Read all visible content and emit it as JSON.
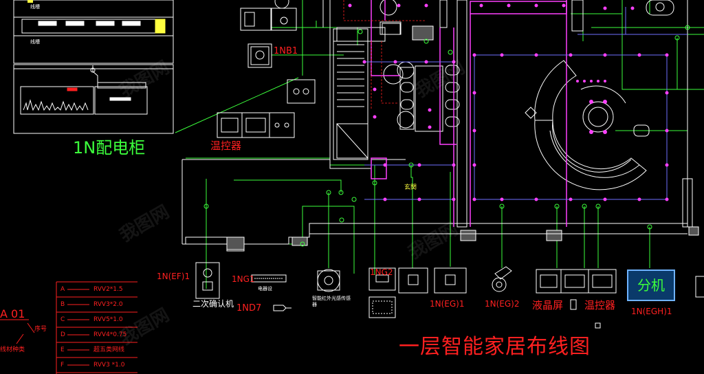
{
  "title": "一层智能家居布线图",
  "panel_label": "1N配电柜",
  "panel_rows": [
    "线槽",
    "线槽"
  ],
  "thermostat_label_top": "温控器",
  "nb1_label": "1NB1",
  "hall_label": "玄関",
  "device_labels": {
    "ef1": "1N(EF)1",
    "confirm": "二次确认机",
    "ng1": "1NG1",
    "nd7": "1ND7",
    "ng2": "1NG2",
    "sensor": "智能红外光感传感器",
    "eg1": "1N(EG)1",
    "eg2": "1N(EG)2",
    "lcd": "液晶屏",
    "thermo": "温控器",
    "extension": "分机",
    "egh1": "1N(EGH)1",
    "ng1_sub": "电器设"
  },
  "legend": {
    "code": "A 01",
    "serial_label": "序号",
    "wire_label": "线材种类",
    "rows": [
      {
        "key": "A",
        "value": "RVV2*1.5"
      },
      {
        "key": "B",
        "value": "RVV3*2.0"
      },
      {
        "key": "C",
        "value": "RVV5*1.0"
      },
      {
        "key": "D",
        "value": "RVV4*0.75"
      },
      {
        "key": "E",
        "value": "超五类网线"
      },
      {
        "key": "F",
        "value": "RVV3 *1.0"
      }
    ]
  },
  "watermark": "我图网",
  "colors": {
    "red": "#ff2020",
    "green": "#3cff3c",
    "magenta": "#ff40ff",
    "white": "#ffffff",
    "yellow": "#ffff40",
    "blue_box": "#0a3a6a"
  }
}
